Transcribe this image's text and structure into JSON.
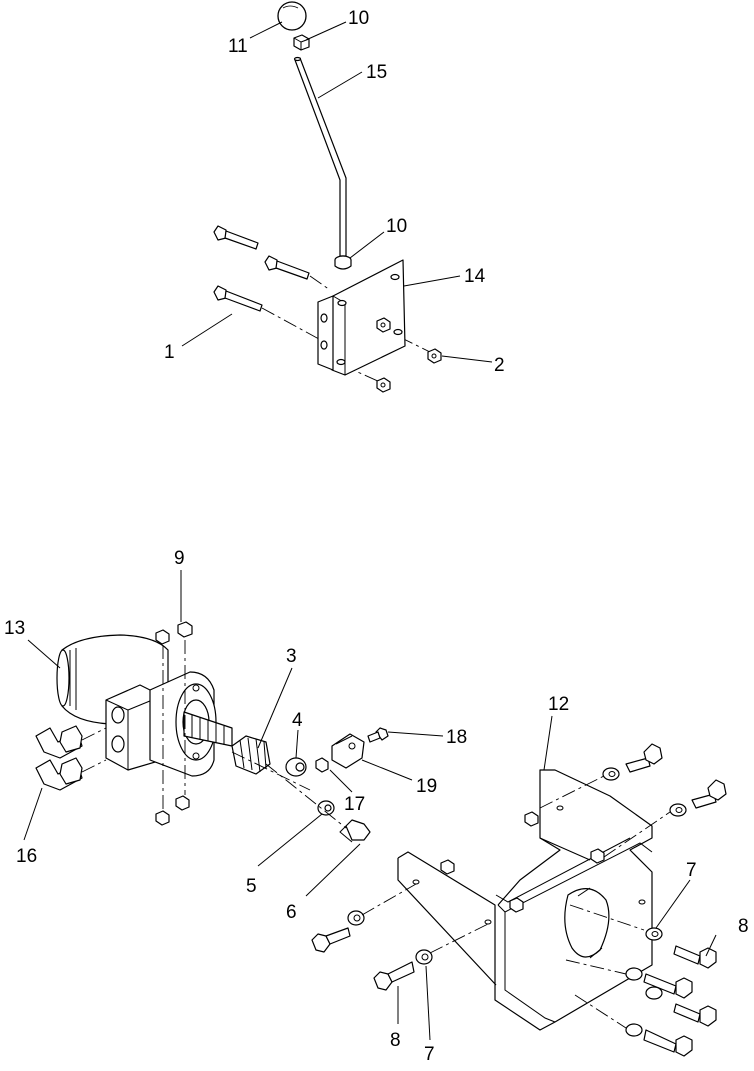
{
  "callouts": {
    "c11": "11",
    "c10a": "10",
    "c15": "15",
    "c10b": "10",
    "c14": "14",
    "c1": "1",
    "c2": "2",
    "c9": "9",
    "c13": "13",
    "c3": "3",
    "c4": "4",
    "c18": "18",
    "c12": "12",
    "c16": "16",
    "c17": "17",
    "c19": "19",
    "c5": "5",
    "c6": "6",
    "c7a": "7",
    "c8a": "8",
    "c8b": "8",
    "c7b": "7"
  }
}
